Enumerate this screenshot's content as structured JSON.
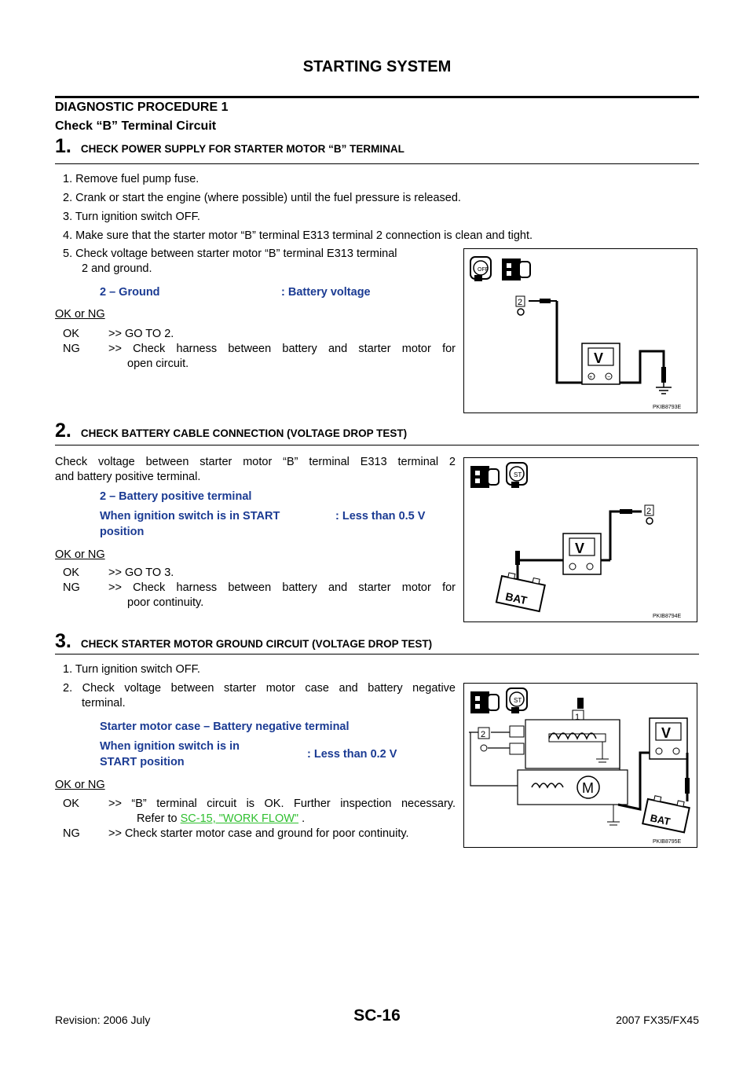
{
  "header": {
    "title": "STARTING SYSTEM"
  },
  "procedure": {
    "title": "DIAGNOSTIC PROCEDURE 1",
    "subtitle": "Check “B” Terminal Circuit"
  },
  "step1": {
    "num": "1.",
    "title": "CHECK POWER SUPPLY FOR STARTER MOTOR “B” TERMINAL",
    "items": [
      "1. Remove fuel pump fuse.",
      "2. Crank or start the engine (where possible) until the fuel pressure is released.",
      "3. Turn ignition switch OFF.",
      "4. Make sure that the starter motor “B” terminal E313 terminal 2 connection is clean and tight."
    ],
    "item5_line1": "5. Check voltage between starter motor “B” terminal E313 terminal",
    "item5_line2": "2 and ground.",
    "spec_left": "2 – Ground",
    "spec_right": ": Battery voltage",
    "okng": "OK or NG",
    "ok_label": "OK",
    "ok_text": ">> GO TO 2.",
    "ng_label": "NG",
    "ng_text_1": ">> Check harness between battery and starter motor for",
    "ng_text_2": "open circuit.",
    "figure": {
      "code": "PKIB8793E",
      "connector": "2",
      "meter": "V",
      "key": "OFF"
    }
  },
  "step2": {
    "num": "2.",
    "title": "CHECK BATTERY CABLE CONNECTION (VOLTAGE DROP TEST)",
    "text1": "Check voltage between starter motor “B” terminal E313 terminal 2",
    "text2": "and battery positive terminal.",
    "spec_row1": "2 – Battery positive terminal",
    "spec_row2_l1": "When ignition switch is in START",
    "spec_row2_l2": "position",
    "spec_row2_r": ": Less than 0.5 V",
    "okng": "OK or NG",
    "ok_label": "OK",
    "ok_text": ">> GO TO 3.",
    "ng_label": "NG",
    "ng_text_1": ">> Check harness between battery and starter motor for",
    "ng_text_2": "poor continuity.",
    "figure": {
      "code": "PKIB8794E",
      "connector": "2",
      "meter": "V",
      "key": "ST",
      "battery": "BAT"
    }
  },
  "step3": {
    "num": "3.",
    "title": "CHECK STARTER MOTOR GROUND CIRCUIT (VOLTAGE DROP TEST)",
    "item1": "1. Turn ignition switch OFF.",
    "item2_l1": "2. Check voltage between starter motor case and battery negative",
    "item2_l2": "terminal.",
    "spec_row1": "Starter motor case – Battery negative terminal",
    "spec_row2_l1": "When ignition switch is in",
    "spec_row2_l2": "START position",
    "spec_row2_r": ": Less than 0.2 V",
    "okng": "OK or NG",
    "ok_label": "OK",
    "ok_text_1": ">> “B” terminal circuit is OK. Further inspection necessary.",
    "ok_text_2_pre": "Refer to ",
    "ok_link": "SC-15, \"WORK FLOW\"",
    "ok_text_2_post": " .",
    "ng_label": "NG",
    "ng_text": ">> Check starter motor case and ground for poor continuity.",
    "figure": {
      "code": "PKIB8795E",
      "connector": "2",
      "terminal": "1",
      "meter": "V",
      "key": "ST",
      "battery": "BAT",
      "motor": "M"
    }
  },
  "footer": {
    "page": "SC-16",
    "revision": "Revision: 2006 July",
    "model": "2007 FX35/FX45"
  }
}
